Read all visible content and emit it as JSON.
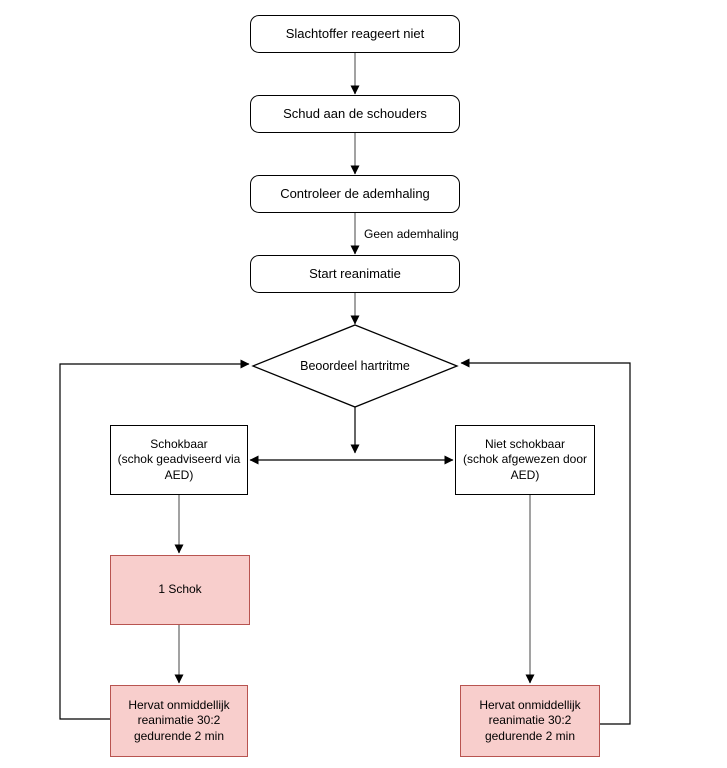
{
  "diagram": {
    "nodes": {
      "step1": {
        "label": "Slachtoffer reageert niet"
      },
      "step2": {
        "label": "Schud aan de schouders"
      },
      "step3": {
        "label": "Controleer de ademhaling"
      },
      "step4": {
        "label": "Start reanimatie"
      },
      "decision": {
        "label": "Beoordeel hartritme"
      },
      "shockable": {
        "label": "Schokbaar\n(schok geadviseerd via\nAED)"
      },
      "not_shockable": {
        "label": "Niet schokbaar\n(schok afgewezen door\nAED)"
      },
      "one_shock": {
        "label": "1 Schok"
      },
      "resume_left": {
        "label": "Hervat onmiddellijk\nreanimatie 30:2\ngedurende 2 min"
      },
      "resume_right": {
        "label": "Hervat onmiddellijk\nreanimatie 30:2\ngedurende 2 min"
      }
    },
    "edge_labels": {
      "no_breathing": "Geen ademhaling"
    },
    "colors": {
      "node_fill": "#ffffff",
      "node_border": "#000000",
      "alert_fill": "#f8cecc",
      "alert_border": "#b85450",
      "connector": "#000000",
      "connector_soft": "#8a8a8a",
      "text": "#000000",
      "canvas_bg": "#ffffff"
    }
  }
}
